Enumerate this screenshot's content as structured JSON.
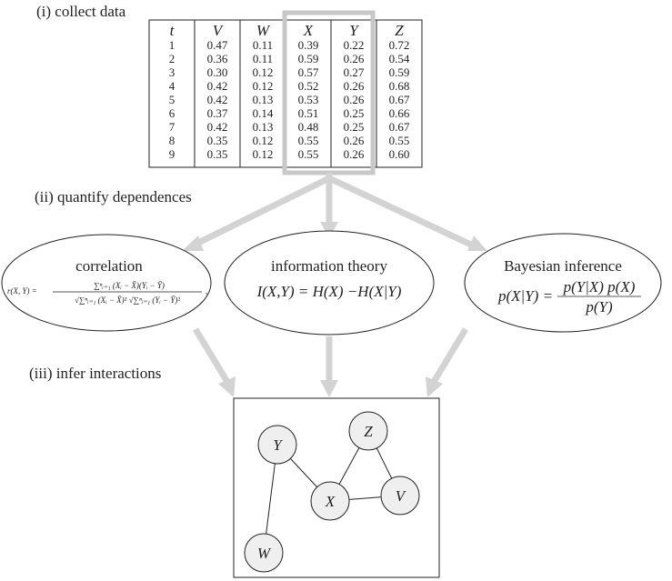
{
  "steps": {
    "collect": "(i) collect data",
    "quantify": "(ii) quantify dependences",
    "infer": "(iii) infer interactions"
  },
  "table": {
    "headers": [
      "t",
      "V",
      "W",
      "X",
      "Y",
      "Z"
    ],
    "rows": [
      [
        "1",
        "0.47",
        "0.11",
        "0.39",
        "0.22",
        "0.72"
      ],
      [
        "2",
        "0.36",
        "0.11",
        "0.59",
        "0.26",
        "0.54"
      ],
      [
        "3",
        "0.30",
        "0.12",
        "0.57",
        "0.27",
        "0.59"
      ],
      [
        "4",
        "0.42",
        "0.12",
        "0.52",
        "0.26",
        "0.68"
      ],
      [
        "5",
        "0.42",
        "0.13",
        "0.53",
        "0.26",
        "0.67"
      ],
      [
        "6",
        "0.37",
        "0.14",
        "0.51",
        "0.25",
        "0.66"
      ],
      [
        "7",
        "0.42",
        "0.13",
        "0.48",
        "0.25",
        "0.67"
      ],
      [
        "8",
        "0.35",
        "0.12",
        "0.55",
        "0.26",
        "0.55"
      ],
      [
        "9",
        "0.35",
        "0.12",
        "0.55",
        "0.26",
        "0.60"
      ]
    ]
  },
  "methods": {
    "correlation": {
      "title": "correlation",
      "lhs": "r(X, Y) =",
      "numerator": "∑ⁿᵢ₌₁ (Xᵢ − X̄)(Yᵢ − Ȳ)",
      "denominator": "√∑ⁿᵢ₌₁ (Xᵢ − X̄)² √∑ⁿᵢ₌₁ (Yᵢ − Ȳ)²",
      "trailing": ","
    },
    "information": {
      "title": "information theory",
      "formula": "I(X,Y) = H(X) −H(X|Y)"
    },
    "bayes": {
      "title": "Bayesian inference",
      "lhs": "p(X|Y) =",
      "numerator": "p(Y|X) p(X)",
      "denominator": "p(Y)"
    }
  },
  "network": {
    "nodes": [
      {
        "id": "Y",
        "label": "Y"
      },
      {
        "id": "Z",
        "label": "Z"
      },
      {
        "id": "X",
        "label": "X"
      },
      {
        "id": "V",
        "label": "V"
      },
      {
        "id": "W",
        "label": "W"
      }
    ],
    "edges": [
      [
        "Y",
        "X"
      ],
      [
        "Y",
        "W"
      ],
      [
        "Z",
        "X"
      ],
      [
        "Z",
        "V"
      ],
      [
        "X",
        "V"
      ]
    ]
  },
  "colors": {
    "arrow": "#d3d3d3",
    "highlight": "#c8c8c8",
    "node_fill": "#efefef",
    "line": "#222222"
  }
}
